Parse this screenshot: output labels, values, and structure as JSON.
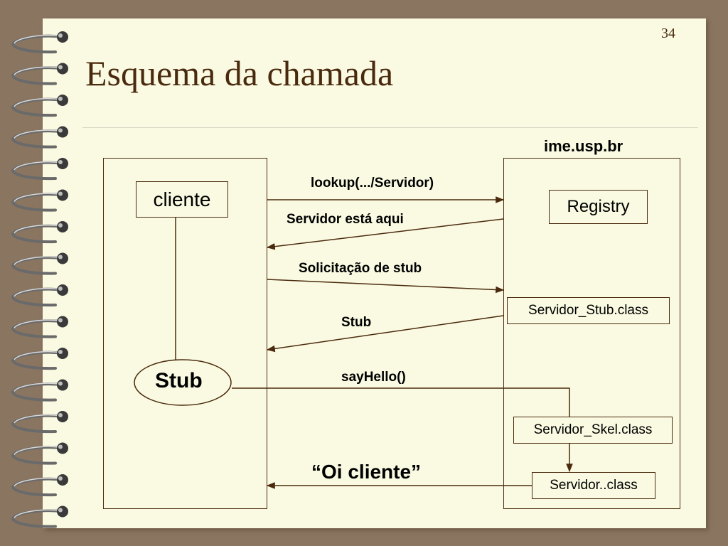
{
  "slide": {
    "title": "Esquema da chamada",
    "page_number": "34"
  },
  "diagram": {
    "host_label": "ime.usp.br",
    "client_nodes": {
      "cliente": "cliente",
      "stub": "Stub"
    },
    "server_nodes": {
      "registry": "Registry",
      "stub_class": "Servidor_Stub.class",
      "skel_class": "Servidor_Skel.class",
      "server_class": "Servidor..class"
    },
    "messages": {
      "lookup": "lookup(.../Servidor)",
      "servidor_aqui": "Servidor está aqui",
      "solicitacao": "Solicitação de stub",
      "stub": "Stub",
      "sayhello": "sayHello()",
      "oi_cliente": "“Oi cliente”"
    }
  },
  "colors": {
    "background": "#8a7560",
    "paper": "#fafae2",
    "ink": "#4a2a0e"
  }
}
